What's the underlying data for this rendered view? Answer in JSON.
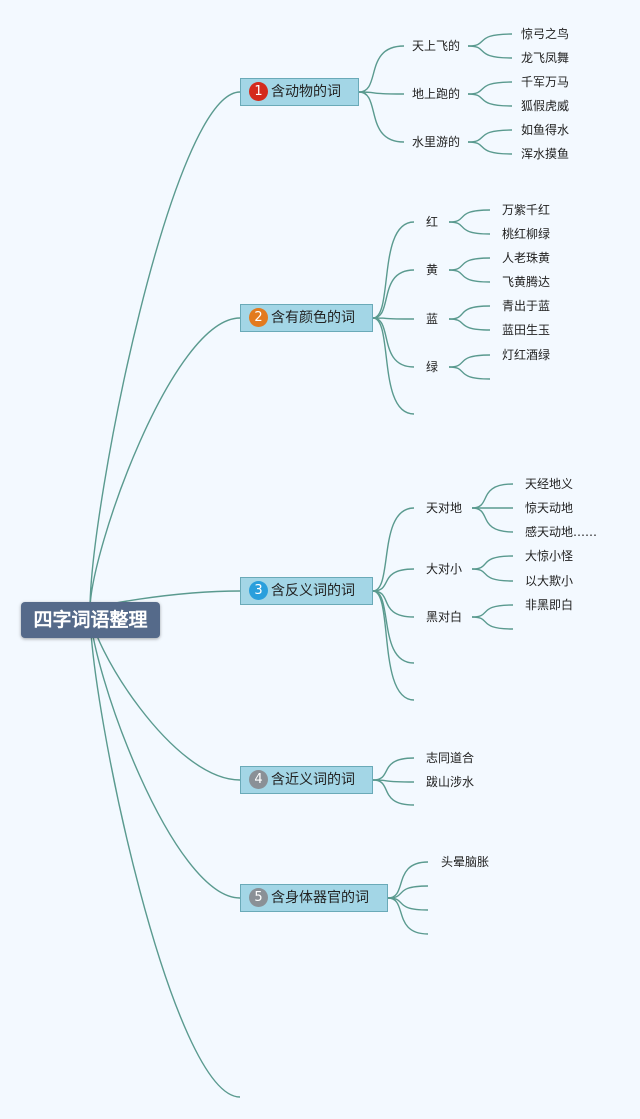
{
  "root": {
    "label": "四字词语整理"
  },
  "branches": [
    {
      "num": "1",
      "label": "含动物的词",
      "color": "#d42a1c",
      "groups": [
        {
          "label": "天上飞的",
          "items": [
            "惊弓之鸟",
            "龙飞凤舞"
          ]
        },
        {
          "label": "地上跑的",
          "items": [
            "千军万马",
            "狐假虎威"
          ]
        },
        {
          "label": "水里游的",
          "items": [
            "如鱼得水",
            "浑水摸鱼"
          ]
        }
      ]
    },
    {
      "num": "2",
      "label": "含有颜色的词",
      "color": "#e37a1e",
      "groups": [
        {
          "label": "红",
          "items": [
            "万紫千红",
            "桃红柳绿"
          ]
        },
        {
          "label": "黄",
          "items": [
            "人老珠黄",
            "飞黄腾达"
          ]
        },
        {
          "label": "蓝",
          "items": [
            "青出于蓝",
            "蓝田生玉"
          ]
        },
        {
          "label": "绿",
          "items": [
            "灯红酒绿"
          ]
        }
      ]
    },
    {
      "num": "3",
      "label": "含反义词的词",
      "color": "#2a9fdc",
      "groups": [
        {
          "label": "天对地",
          "items": [
            "天经地义",
            "惊天动地",
            "感天动地……"
          ]
        },
        {
          "label": "大对小",
          "items": [
            "大惊小怪",
            "以大欺小"
          ]
        },
        {
          "label": "黑对白",
          "items": [
            "非黑即白"
          ]
        }
      ]
    },
    {
      "num": "4",
      "label": "含近义词的词",
      "color": "#8a9096",
      "items": [
        "志同道合",
        "跋山涉水"
      ]
    },
    {
      "num": "5",
      "label": "含身体器官的词",
      "color": "#8a9096",
      "items": [
        "头晕脑胀"
      ]
    }
  ]
}
